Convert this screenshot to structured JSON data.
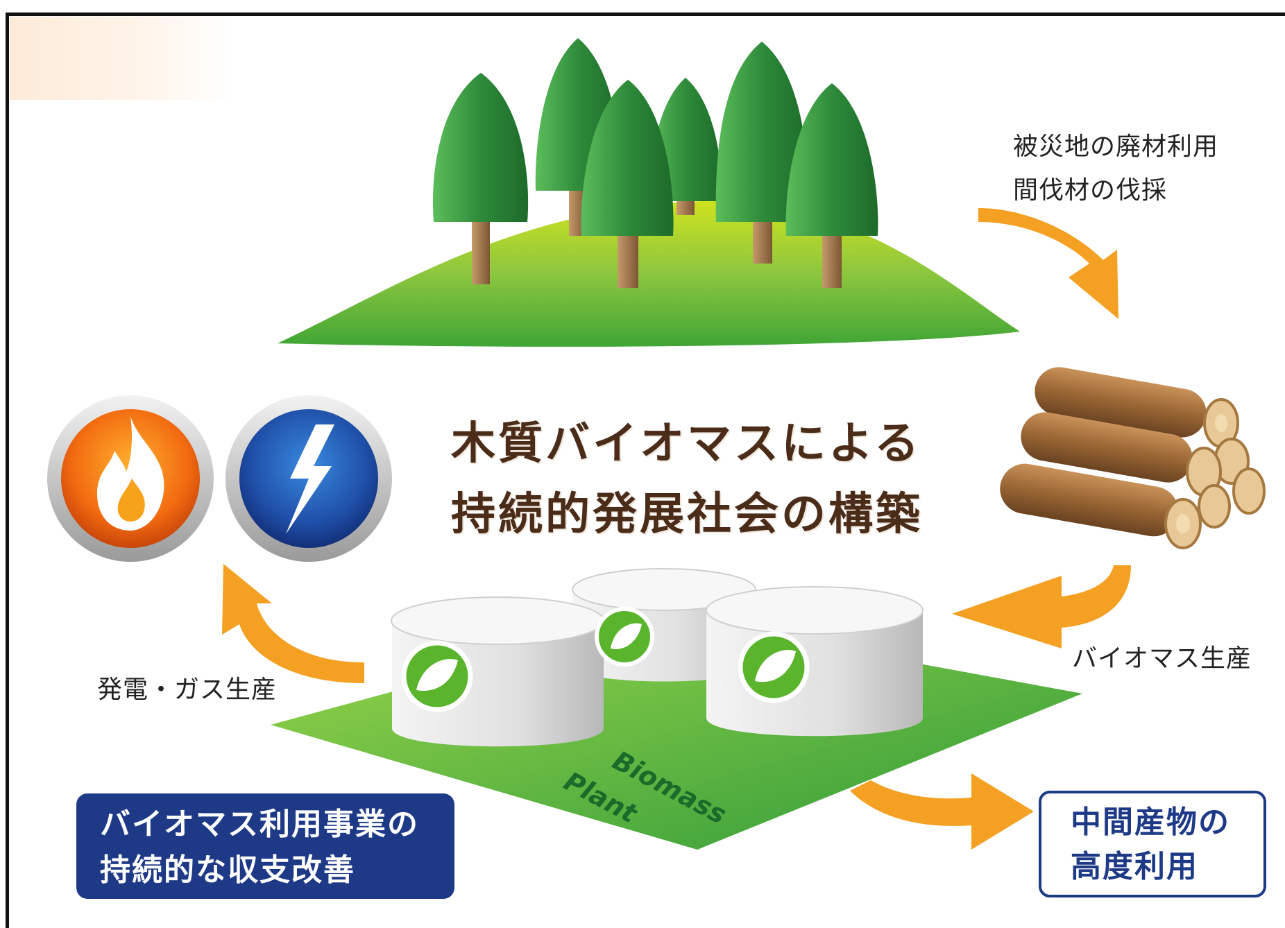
{
  "forest": {
    "note_line1": "被災地の廃材利用",
    "note_line2": "間伐材の伐採"
  },
  "title": {
    "line1": "木質バイオマスによる",
    "line2": "持続的発展社会の構築"
  },
  "labels": {
    "biomass_production": "バイオマス生産",
    "power_gas": "発電・ガス生産",
    "plant_text_line1": "Biomass",
    "plant_text_line2": "Plant"
  },
  "box_left": {
    "line1": "バイオマス利用事業の",
    "line2": "持続的な収支改善"
  },
  "box_right": {
    "line1": "中間産物の",
    "line2": "高度利用"
  },
  "icons": [
    "flame-icon",
    "lightning-icon",
    "leaf-icon",
    "log-icon",
    "tree-icon"
  ],
  "colors": {
    "arrow": "#f4a023",
    "navy": "#1e3a87",
    "title": "#4a2c19",
    "hill": "#7cc42a",
    "plant_base": "#5fb52c"
  }
}
